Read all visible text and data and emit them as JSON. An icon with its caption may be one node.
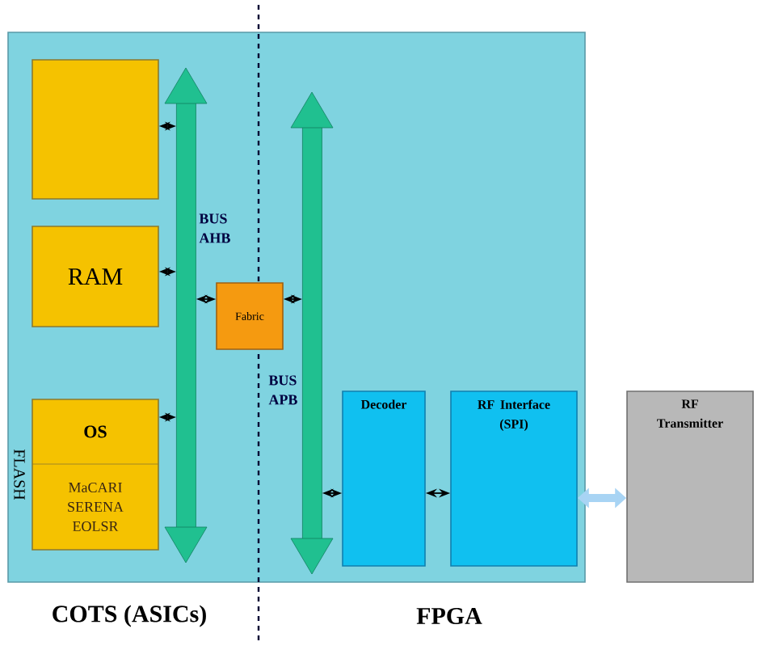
{
  "diagram": {
    "nodes": [
      {
        "text": [],
        "shape": "box"
      },
      {
        "text": [],
        "shape": "box",
        "in": 0
      },
      {
        "text": [
          "RAM"
        ],
        "in": 0
      },
      {
        "text": [
          "OS",
          "MaCARI SERENA EOLSR"
        ],
        "beside": [
          "FLASH"
        ],
        "in": 0
      },
      {
        "text": [
          "BUS AHB"
        ],
        "in": 0
      },
      {
        "text": [
          "Fabric"
        ],
        "in": 0
      },
      {
        "text": [
          "BUS APB"
        ],
        "in": 0
      },
      {
        "text": [
          "Decoder"
        ],
        "in": 0
      },
      {
        "text": [
          "RF Interface (SPI)"
        ],
        "in": 0
      },
      {
        "text": [
          "RF Transmitter"
        ]
      }
    ],
    "edges": [
      {
        "from": 1,
        "to": 4,
        "arrow": "both"
      },
      {
        "from": 2,
        "to": 4,
        "arrow": "both"
      },
      {
        "from": 3,
        "to": 4,
        "arrow": "both"
      },
      {
        "from": 4,
        "to": 5,
        "arrow": "both"
      },
      {
        "from": 5,
        "to": 6,
        "arrow": "both"
      },
      {
        "from": 6,
        "to": 7,
        "arrow": "both"
      },
      {
        "from": 7,
        "to": 8,
        "arrow": "both"
      },
      {
        "from": 8,
        "to": 9,
        "arrow": "both",
        "style": "thick",
        "color": "#a8d4f4"
      }
    ],
    "labels": [
      "COTS (ASICs)",
      "FPGA"
    ]
  }
}
